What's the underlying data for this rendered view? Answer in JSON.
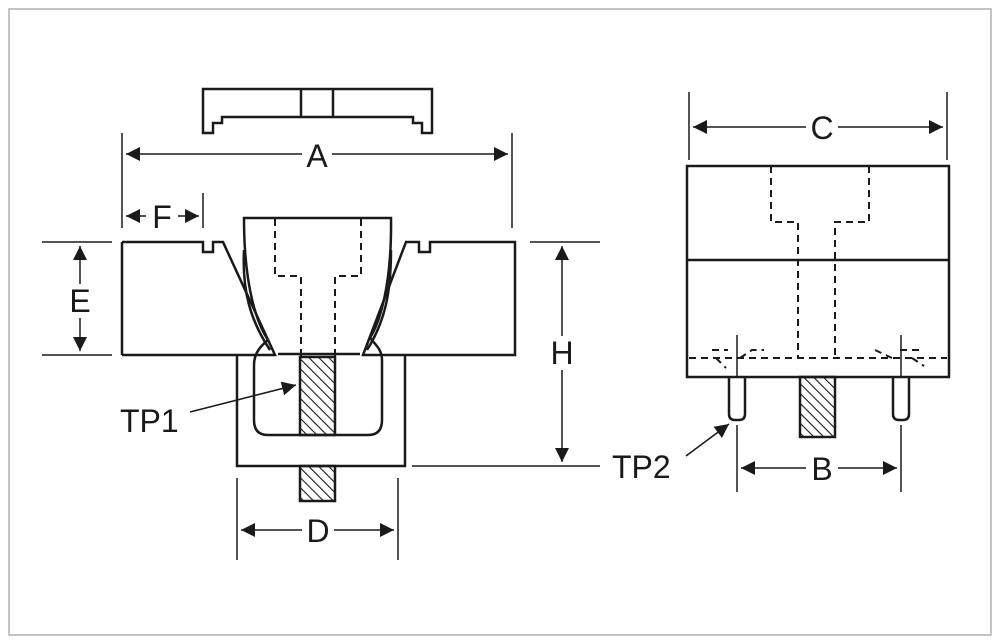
{
  "labels": {
    "A": "A",
    "B": "B",
    "C": "C",
    "D": "D",
    "E": "E",
    "F": "F",
    "H": "H",
    "TP1": "TP1",
    "TP2": "TP2"
  },
  "colors": {
    "line": "#1a1a1a",
    "frame": "#b0b0b0",
    "background": "#ffffff"
  }
}
